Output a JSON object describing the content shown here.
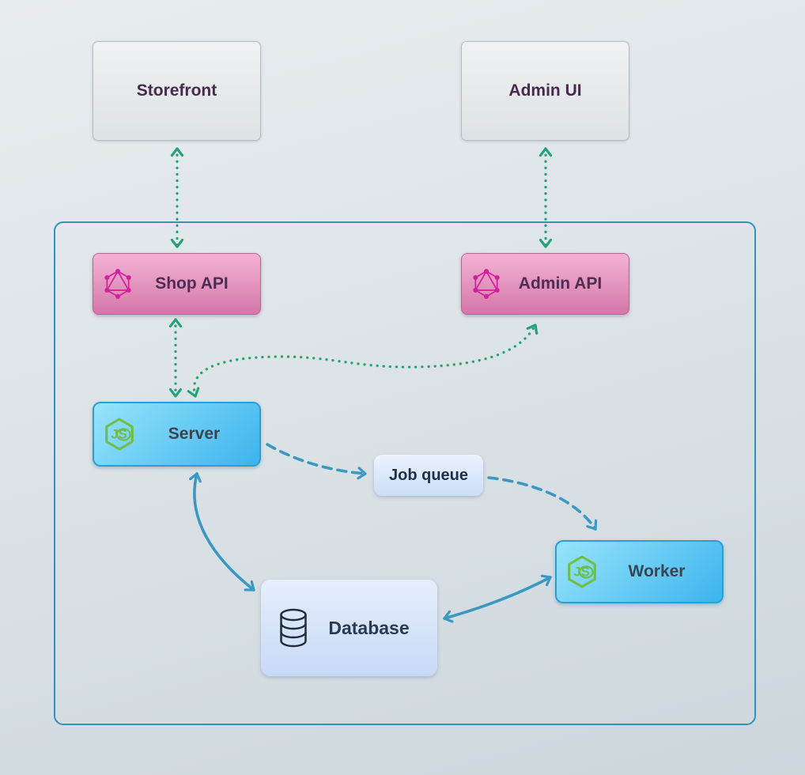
{
  "diagram_type": "architecture-diagram",
  "nodes": {
    "storefront": {
      "label": "Storefront",
      "kind": "external-client"
    },
    "admin_ui": {
      "label": "Admin UI",
      "kind": "external-client"
    },
    "shop_api": {
      "label": "Shop API",
      "kind": "api",
      "icon": "graphql-icon"
    },
    "admin_api": {
      "label": "Admin API",
      "kind": "api",
      "icon": "graphql-icon"
    },
    "server": {
      "label": "Server",
      "kind": "nodejs-service",
      "icon": "nodejs-icon"
    },
    "job_queue": {
      "label": "Job queue",
      "kind": "queue"
    },
    "worker": {
      "label": "Worker",
      "kind": "nodejs-service",
      "icon": "nodejs-icon"
    },
    "database": {
      "label": "Database",
      "kind": "datastore",
      "icon": "database-icon"
    }
  },
  "edges": [
    {
      "from": "Storefront",
      "to": "Shop API",
      "style": "dotted",
      "color": "green",
      "bidirectional": true
    },
    {
      "from": "Admin UI",
      "to": "Admin API",
      "style": "dotted",
      "color": "green",
      "bidirectional": true
    },
    {
      "from": "Shop API",
      "to": "Server",
      "style": "dotted",
      "color": "green",
      "bidirectional": true
    },
    {
      "from": "Server",
      "to": "Admin API",
      "style": "dotted",
      "color": "green",
      "bidirectional": true
    },
    {
      "from": "Server",
      "to": "Job queue",
      "style": "dashed",
      "color": "blue",
      "bidirectional": false
    },
    {
      "from": "Job queue",
      "to": "Worker",
      "style": "dashed",
      "color": "blue",
      "bidirectional": false
    },
    {
      "from": "Server",
      "to": "Database",
      "style": "solid",
      "color": "blue",
      "bidirectional": true
    },
    {
      "from": "Database",
      "to": "Worker",
      "style": "solid",
      "color": "blue",
      "bidirectional": true
    }
  ],
  "colors": {
    "arrow_green": "#26a376",
    "arrow_blue": "#3a98c2",
    "container_border": "#3192bc",
    "pink_top": "#f3b3d5",
    "pink_bottom": "#d477a9",
    "blue_top": "#98e4fa",
    "blue_bottom": "#3cb4ee",
    "graphql_pink": "#d1219c",
    "nodejs_green": "#6fbf44",
    "text_plum": "#482a4e",
    "bg_top": "#e8edef",
    "bg_bottom": "#ccd6db"
  }
}
